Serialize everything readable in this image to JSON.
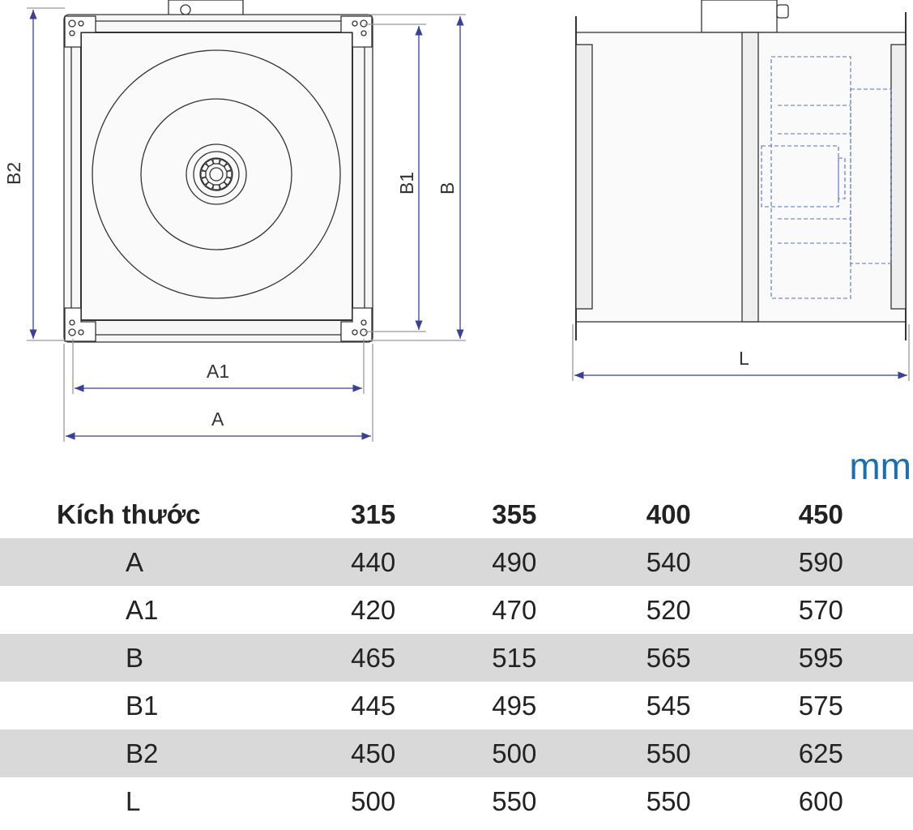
{
  "drawing": {
    "front_labels": {
      "A": "A",
      "A1": "A1",
      "B": "B",
      "B1": "B1",
      "B2": "B2"
    },
    "side_labels": {
      "L": "L"
    }
  },
  "unit": "mm",
  "table": {
    "header": [
      "Kích thước",
      "315",
      "355",
      "400",
      "450"
    ],
    "rows": [
      {
        "label": "A",
        "values": [
          "440",
          "490",
          "540",
          "590"
        ]
      },
      {
        "label": "A1",
        "values": [
          "420",
          "470",
          "520",
          "570"
        ]
      },
      {
        "label": "B",
        "values": [
          "465",
          "515",
          "565",
          "595"
        ]
      },
      {
        "label": "B1",
        "values": [
          "445",
          "495",
          "545",
          "575"
        ]
      },
      {
        "label": "B2",
        "values": [
          "450",
          "500",
          "550",
          "625"
        ]
      },
      {
        "label": "L",
        "values": [
          "500",
          "550",
          "550",
          "600"
        ]
      }
    ]
  },
  "colors": {
    "unit": "#1a6fb4",
    "dimension_line": "#3b3f9a",
    "hidden_line": "#5a6fc0",
    "row_shade": "#d9d9d9"
  }
}
